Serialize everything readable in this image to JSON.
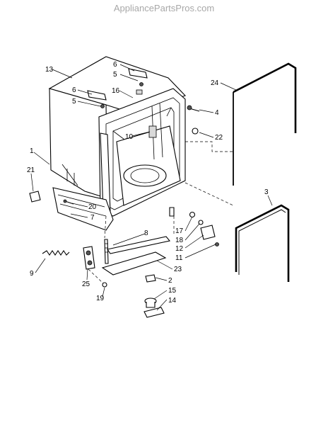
{
  "watermark": "AppliancePartsPros.com",
  "callouts": [
    {
      "id": "13",
      "text": "13"
    },
    {
      "id": "6a",
      "text": "6"
    },
    {
      "id": "5a",
      "text": "5"
    },
    {
      "id": "6b",
      "text": "6"
    },
    {
      "id": "5b",
      "text": "5"
    },
    {
      "id": "16",
      "text": "16"
    },
    {
      "id": "24",
      "text": "24"
    },
    {
      "id": "4",
      "text": "4"
    },
    {
      "id": "10",
      "text": "10"
    },
    {
      "id": "22",
      "text": "22"
    },
    {
      "id": "1",
      "text": "1"
    },
    {
      "id": "21",
      "text": "21"
    },
    {
      "id": "3",
      "text": "3"
    },
    {
      "id": "20",
      "text": "20"
    },
    {
      "id": "7",
      "text": "7"
    },
    {
      "id": "8",
      "text": "8"
    },
    {
      "id": "17",
      "text": "17"
    },
    {
      "id": "18",
      "text": "18"
    },
    {
      "id": "12",
      "text": "12"
    },
    {
      "id": "11",
      "text": "11"
    },
    {
      "id": "9",
      "text": "9"
    },
    {
      "id": "23",
      "text": "23"
    },
    {
      "id": "25",
      "text": "25"
    },
    {
      "id": "2",
      "text": "2"
    },
    {
      "id": "19",
      "text": "19"
    },
    {
      "id": "15",
      "text": "15"
    },
    {
      "id": "14",
      "text": "14"
    }
  ]
}
